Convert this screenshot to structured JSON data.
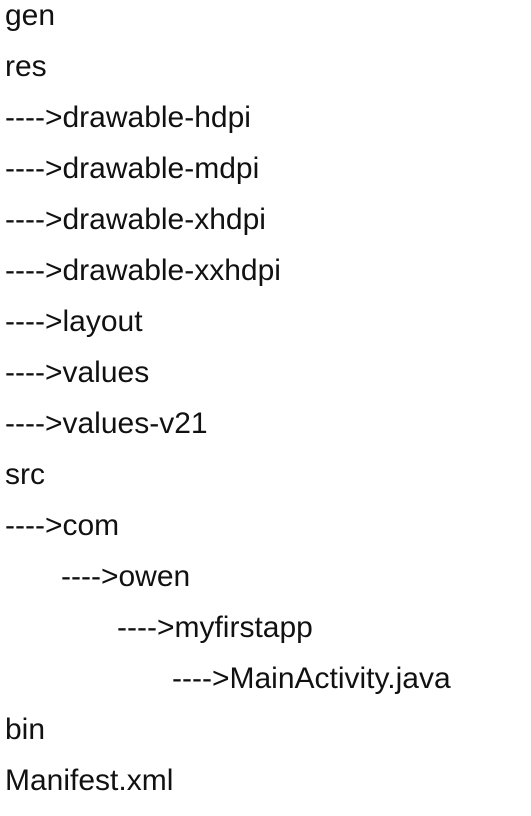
{
  "tree": {
    "lines": [
      {
        "text": "gen",
        "indent": 0
      },
      {
        "text": "res",
        "indent": 0
      },
      {
        "text": "---->drawable-hdpi",
        "indent": 0
      },
      {
        "text": "---->drawable-mdpi",
        "indent": 0
      },
      {
        "text": "---->drawable-xhdpi",
        "indent": 0
      },
      {
        "text": "---->drawable-xxhdpi",
        "indent": 0
      },
      {
        "text": "---->layout",
        "indent": 0
      },
      {
        "text": "---->values",
        "indent": 0
      },
      {
        "text": "---->values-v21",
        "indent": 0
      },
      {
        "text": "src",
        "indent": 0
      },
      {
        "text": "---->com",
        "indent": 0
      },
      {
        "text": "---->owen",
        "indent": 1
      },
      {
        "text": "---->myfirstapp",
        "indent": 2
      },
      {
        "text": "---->MainActivity.java",
        "indent": 3
      },
      {
        "text": "bin",
        "indent": 0
      },
      {
        "text": "Manifest.xml",
        "indent": 0
      }
    ]
  }
}
